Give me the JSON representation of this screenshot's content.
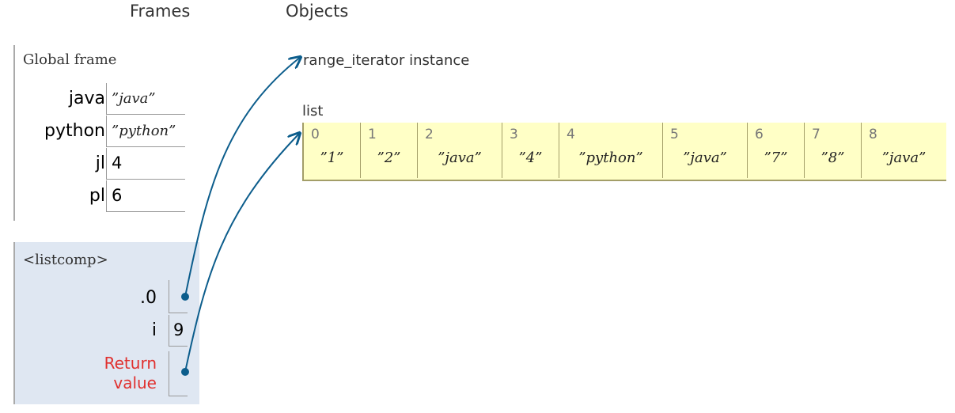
{
  "headings": {
    "frames": "Frames",
    "objects": "Objects"
  },
  "global_frame": {
    "title": "Global frame",
    "variables": [
      {
        "name": "java",
        "value": "”java”"
      },
      {
        "name": "python",
        "value": "”python”"
      },
      {
        "name": "jl",
        "value": "4"
      },
      {
        "name": "pl",
        "value": "6"
      }
    ]
  },
  "listcomp_frame": {
    "title": "<listcomp>",
    "variables": [
      {
        "name": ".0",
        "value": ""
      },
      {
        "name": "i",
        "value": "9"
      }
    ],
    "return_label_line1": "Return",
    "return_label_line2": "value"
  },
  "objects": {
    "range_label": "range_iterator instance",
    "list_label": "list",
    "list_items": [
      {
        "index": "0",
        "value": "”1”"
      },
      {
        "index": "1",
        "value": "”2”"
      },
      {
        "index": "2",
        "value": "”java”"
      },
      {
        "index": "3",
        "value": "”4”"
      },
      {
        "index": "4",
        "value": "”python”"
      },
      {
        "index": "5",
        "value": "”java”"
      },
      {
        "index": "6",
        "value": "”7”"
      },
      {
        "index": "7",
        "value": "”8”"
      },
      {
        "index": "8",
        "value": "”java”"
      }
    ]
  },
  "colors": {
    "arrow": "#0c5d8c",
    "list_bg": "#ffffc6",
    "frame_bg": "#dfe7f2",
    "return_label": "#e0302e"
  }
}
